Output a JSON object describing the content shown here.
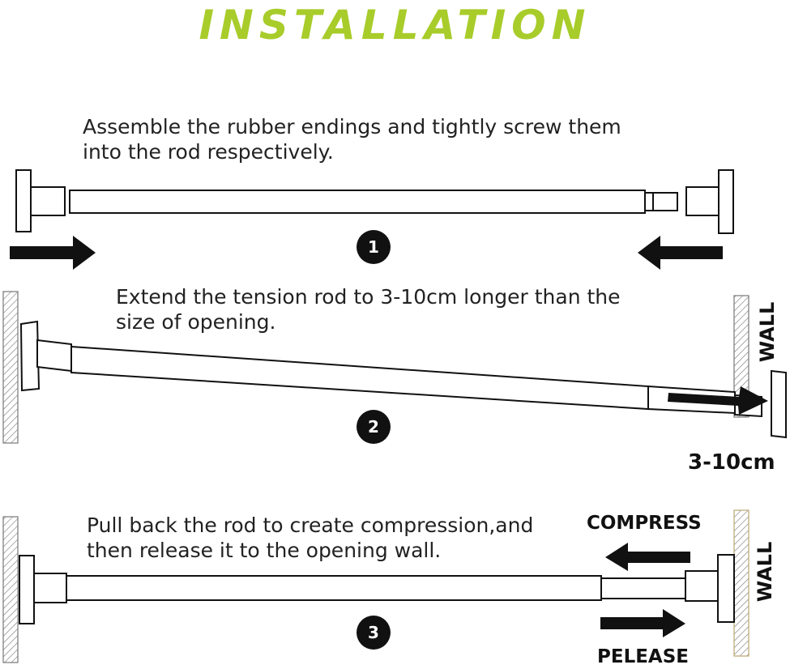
{
  "title": "INSTALLATION",
  "steps": [
    {
      "number": "1",
      "text_lines": [
        "Assemble the rubber endings and tightly screw them",
        "into the rod respectively."
      ]
    },
    {
      "number": "2",
      "text_lines": [
        "Extend the tension rod to 3-10cm longer than the",
        "size of opening."
      ]
    },
    {
      "number": "3",
      "text_lines": [
        "Pull back the rod to create compression,and",
        "then release it to the opening wall."
      ]
    }
  ],
  "labels": {
    "wall_step2": "WALL",
    "measure": "3-10cm",
    "compress": "COMPRESS",
    "wall_step3": "WALL",
    "release": "PELEASE"
  },
  "colors": {
    "title": "#a8cc2a",
    "ink": "#111111"
  }
}
